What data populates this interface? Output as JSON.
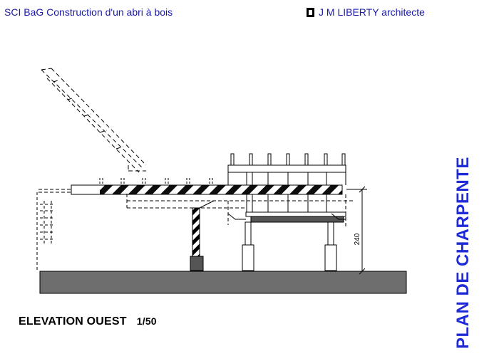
{
  "header": {
    "project_title": "SCI BaG Construction d'un abri à bois",
    "architect": "J M LIBERTY architecte"
  },
  "drawing": {
    "dimension_label": "240"
  },
  "footer": {
    "view_title": "ELEVATION OUEST",
    "scale": "1/50"
  },
  "side": {
    "title": "PLAN DE CHARPENTE"
  },
  "colors": {
    "text_blue": "#1a1aa8",
    "side_title_blue": "#1f2bd6",
    "ground_gray": "#6e6e6e",
    "line": "#000000"
  }
}
